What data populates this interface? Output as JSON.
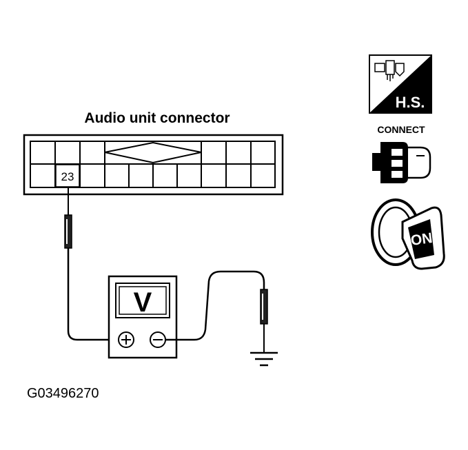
{
  "connector": {
    "title": "Audio unit connector",
    "pin_label": "23"
  },
  "meter": {
    "symbol": "V"
  },
  "figure_code": "G03496270",
  "icons": {
    "hs_label": "H.S.",
    "connect_label": "CONNECT",
    "ignition_label": "ON"
  }
}
